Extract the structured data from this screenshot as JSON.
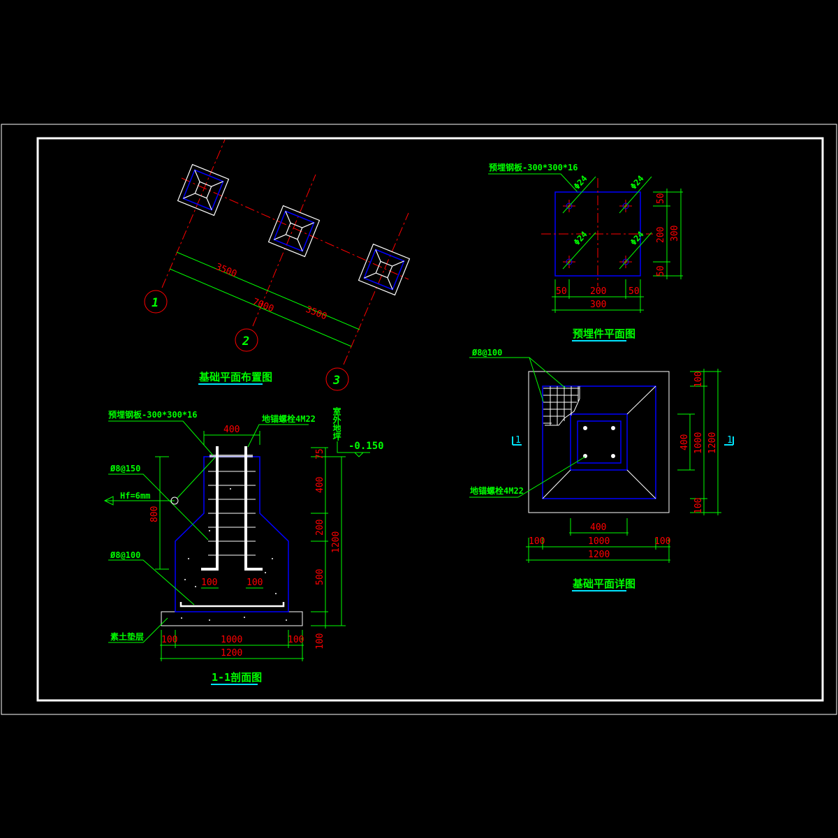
{
  "layout_plan": {
    "title": "基础平面布置图",
    "axes": [
      "1",
      "2",
      "3"
    ],
    "dims": {
      "span1": "3500",
      "span2": "3500",
      "total": "7000"
    }
  },
  "embed_plan": {
    "title": "预埋件平面图",
    "plate_label": "预埋钢板-300*300*16",
    "hole_label": "Φ24",
    "dims": {
      "a": "50",
      "b": "200",
      "c": "50",
      "total": "300"
    }
  },
  "section": {
    "title": "1-1剖面图",
    "plate_label": "预埋钢板-300*300*16",
    "bolt_label": "地锚螺栓4M22",
    "stirrup_label": "Ø8@150",
    "weld_label": "Hf=6mm",
    "mesh_label": "Ø8@100",
    "cushion_label": "素土垫层",
    "ground_label": "室外地坪",
    "elevation": "-0.150",
    "dims": {
      "top": "400",
      "h800": "800",
      "bolt_l": "100",
      "bolt_r": "100",
      "v75": "75",
      "v400": "400",
      "v200": "200",
      "v500": "500",
      "v100": "100",
      "v1200": "1200",
      "b100l": "100",
      "b1000": "1000",
      "b100r": "100",
      "b1200": "1200"
    }
  },
  "detail_plan": {
    "title": "基础平面详图",
    "mesh_label": "Ø8@100",
    "bolt_label": "地锚螺栓4M22",
    "section_mark": "1",
    "dims": {
      "r100a": "100",
      "r1000": "1000",
      "r100b": "100",
      "r1200": "1200",
      "r400": "400",
      "b400": "400",
      "b100l": "100",
      "b1000": "1000",
      "b100r": "100",
      "b1200": "1200"
    }
  }
}
